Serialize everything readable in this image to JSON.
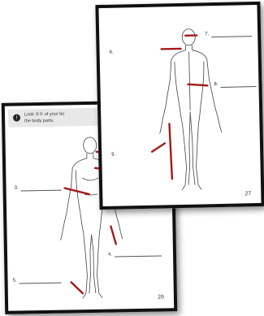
{
  "back_page": {
    "hint_line1": "Look ①① of your bo",
    "hint_line2": "the body parts.",
    "info_icon": "info-icon",
    "labels": {
      "label_3": "3.",
      "label_4": "4.",
      "label_5": "5."
    },
    "page_number": "26"
  },
  "front_page": {
    "labels": {
      "label_6": "6.",
      "label_7": "7.",
      "label_8": "8.",
      "label_9": "9."
    },
    "page_number": "27"
  },
  "colors": {
    "arrow": "#a31a1a",
    "outline": "#444444"
  }
}
